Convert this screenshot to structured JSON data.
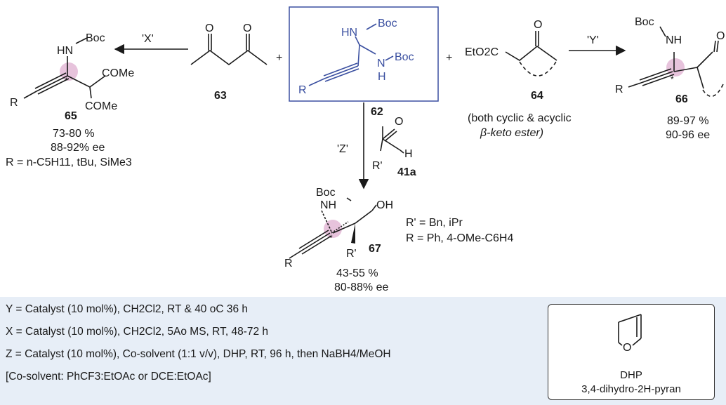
{
  "reactant_63": {
    "label": "63",
    "o1": "O",
    "o2": "O"
  },
  "reagent_62": {
    "label": "62",
    "hn": "HN",
    "boc1": "Boc",
    "n": "N",
    "boc2": "Boc",
    "h": "H",
    "r": "R"
  },
  "reactant_64": {
    "label": "64",
    "eto2c": "EtO2C",
    "o": "O",
    "note_line1": "(both  cyclic & acyclic",
    "note_line2": "β-keto ester)"
  },
  "aldehyde_41a": {
    "label": "41a",
    "o": "O",
    "h": "H",
    "r": "R'"
  },
  "plus_signs": [
    "+",
    "+"
  ],
  "arrows": {
    "x": "'X'",
    "y": "'Y'",
    "z": "'Z'"
  },
  "product_65": {
    "label": "65",
    "boc": "Boc",
    "hn": "HN",
    "come1": "COMe",
    "come2": "COMe",
    "star": "*",
    "r": "R",
    "yield": "73-80 %",
    "ee": "88-92% ee",
    "r_def": "R = n-C5H11, tBu, SiMe3"
  },
  "product_66": {
    "label": "66",
    "boc": "Boc",
    "nh": "NH",
    "o": "O",
    "star": "*",
    "r": "R",
    "yield": "89-97 %",
    "ee": "90-96 ee"
  },
  "product_67": {
    "label": "67",
    "boc": "Boc",
    "nh": "NH",
    "oh": "OH",
    "star": "*",
    "r1": "R'",
    "r": "R",
    "yield": "43-55 %",
    "ee": "80-88% ee",
    "rprime_def": "R' = Bn, iPr",
    "r_def": "R = Ph, 4-OMe-C6H4"
  },
  "conditions": {
    "y": "Y = Catalyst (10 mol%), CH2Cl2, RT & 40 oC 36 h",
    "x": "X = Catalyst (10 mol%), CH2Cl2, 5Ao MS, RT, 48-72 h",
    "z": "Z = Catalyst (10 mol%), Co-solvent (1:1 v/v), DHP, RT, 96 h, then NaBH4/MeOH",
    "cosolvent": "[Co-solvent: PhCF3:EtOAc or DCE:EtOAc]"
  },
  "dhp": {
    "o": "O",
    "name": "DHP",
    "full_name": "3,4-dihydro-2H-pyran"
  },
  "colors": {
    "reagent_blue": "#3a4fa0",
    "stereocenter_pink": "#e7c3dc",
    "conditions_bg": "#e7eef7"
  }
}
